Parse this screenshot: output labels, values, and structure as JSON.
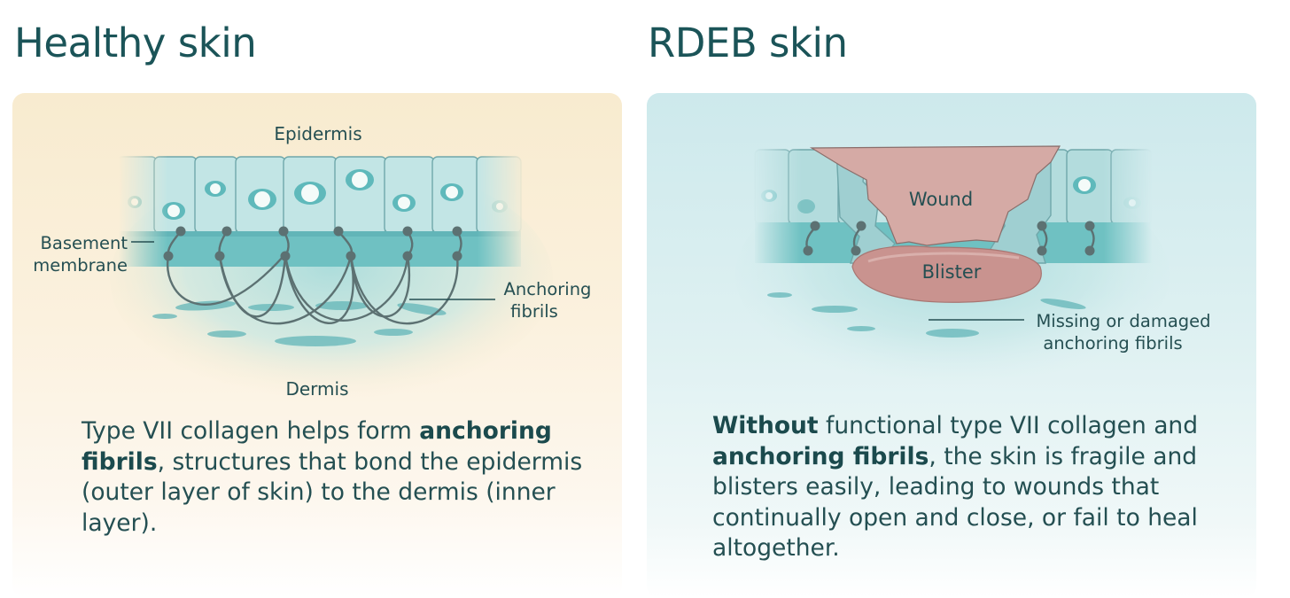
{
  "healthy": {
    "title": "Healthy skin",
    "labels": {
      "epidermis": "Epidermis",
      "basement_line1": "Basement",
      "basement_line2": "membrane",
      "anchoring_line1": "Anchoring",
      "anchoring_line2": "fibrils",
      "dermis": "Dermis"
    },
    "caption": {
      "part1": "Type VII collagen helps form ",
      "bold": "anchoring fibrils",
      "part2": ", structures that bond the epidermis (outer layer of skin) to the dermis (inner layer)."
    }
  },
  "rdeb": {
    "title": "RDEB skin",
    "labels": {
      "wound": "Wound",
      "blister": "Blister",
      "missing_line1": "Missing or damaged",
      "missing_line2": "anchoring fibrils"
    },
    "caption": {
      "bold1": "Without",
      "part1": " functional type VII collagen and ",
      "bold2": "anchoring fibrils",
      "part2": ", the skin is fragile and blisters easily, leading to wounds that continually open and close, or fail to heal altogether."
    }
  },
  "colors": {
    "heading": "#1b5458",
    "text": "#244f52",
    "cell_fill": "#bfe3e3",
    "cell_stroke": "#6fa7aa",
    "membrane": "#5fb9bb",
    "fibril": "#5b6f70",
    "wound": "#d5aaa5",
    "blister": "#c9938f",
    "healthy_bg": "#f8ebcf",
    "rdeb_bg": "#cde9ec"
  }
}
